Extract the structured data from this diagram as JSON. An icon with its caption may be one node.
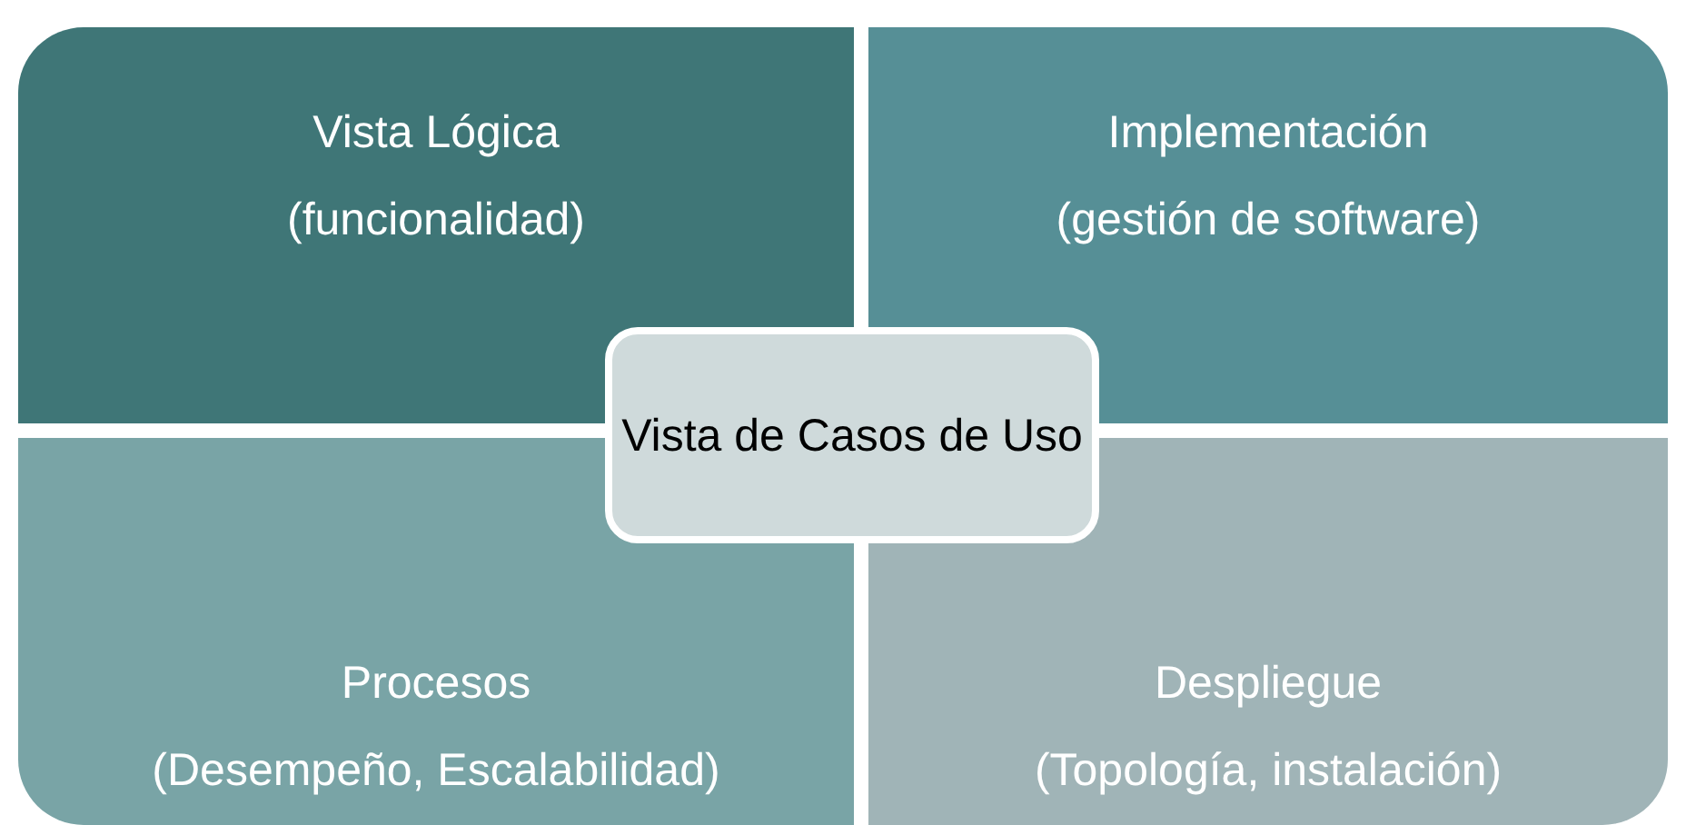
{
  "diagram": {
    "nodes": [
      {
        "text": [
          "Vista Lógica",
          "(funcionalidad)"
        ]
      },
      {
        "text": [
          "Implementación",
          "(gestión de software)"
        ]
      },
      {
        "text": [
          "Procesos",
          "(Desempeño, Escalabilidad)"
        ]
      },
      {
        "text": [
          "Despliegue",
          "(Topología, instalación)"
        ]
      },
      {
        "text": [
          "Vista de Casos de Uso"
        ]
      }
    ]
  }
}
